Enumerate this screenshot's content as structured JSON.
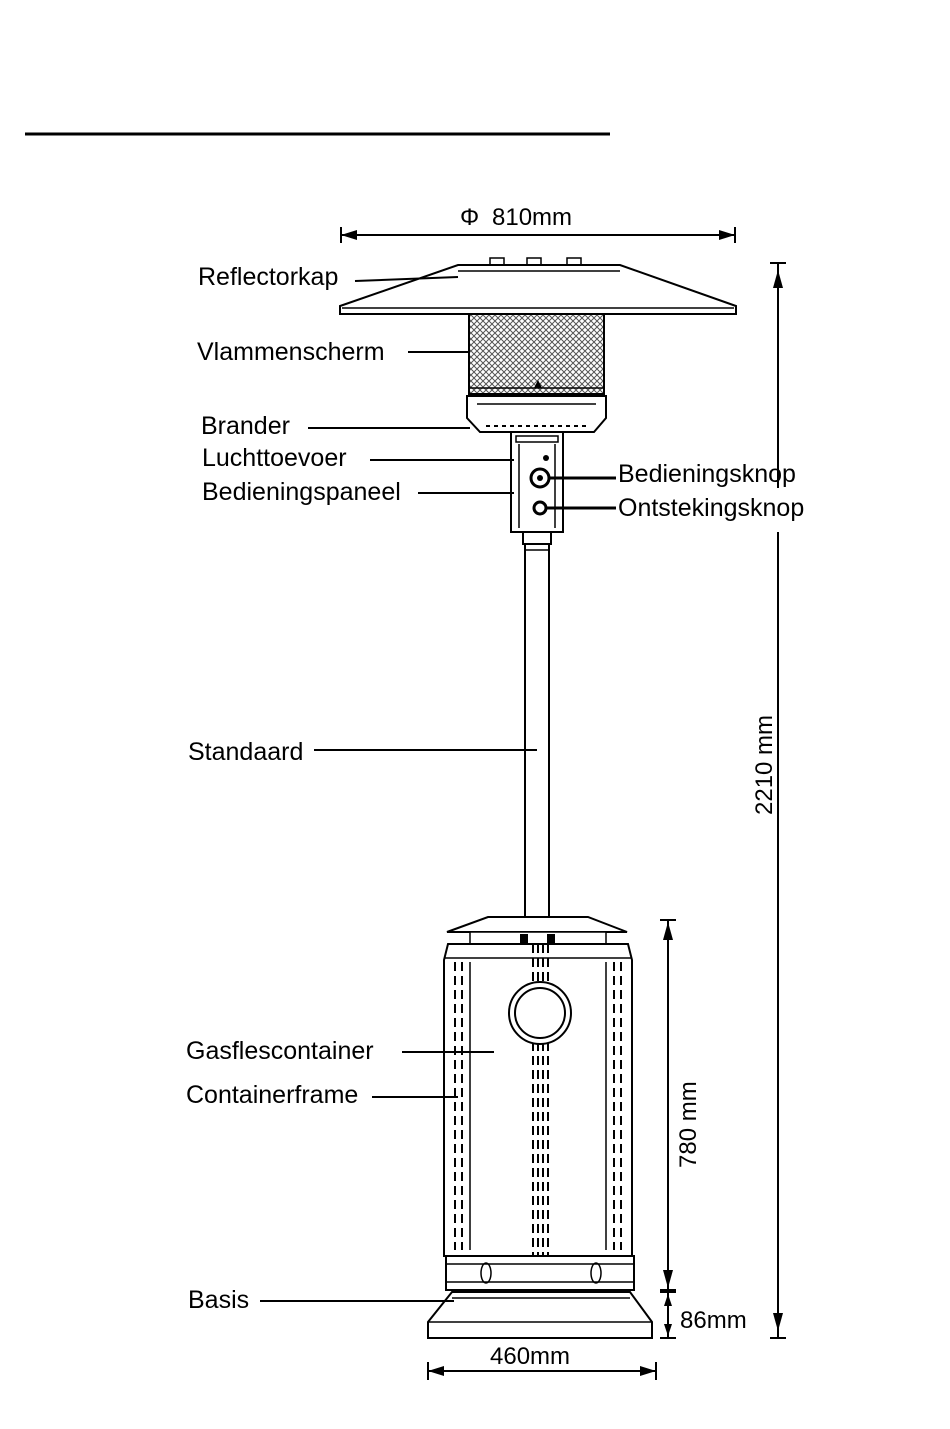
{
  "labels": {
    "reflector": "Reflectorkap",
    "flame_screen": "Vlammenscherm",
    "burner": "Brander",
    "air_supply": "Luchttoevoer",
    "control_panel": "Bedieningspaneel",
    "control_knob": "Bedieningsknop",
    "ignition_knob": "Ontstekingsknop",
    "post": "Standaard",
    "gas_container": "Gasflescontainer",
    "container_frame": "Containerframe",
    "base": "Basis"
  },
  "dimensions": {
    "diameter_symbol": "Φ",
    "top_diameter": "810mm",
    "total_height": "2210 mm",
    "container_height": "780 mm",
    "base_height": "86mm",
    "base_width": "460mm"
  }
}
